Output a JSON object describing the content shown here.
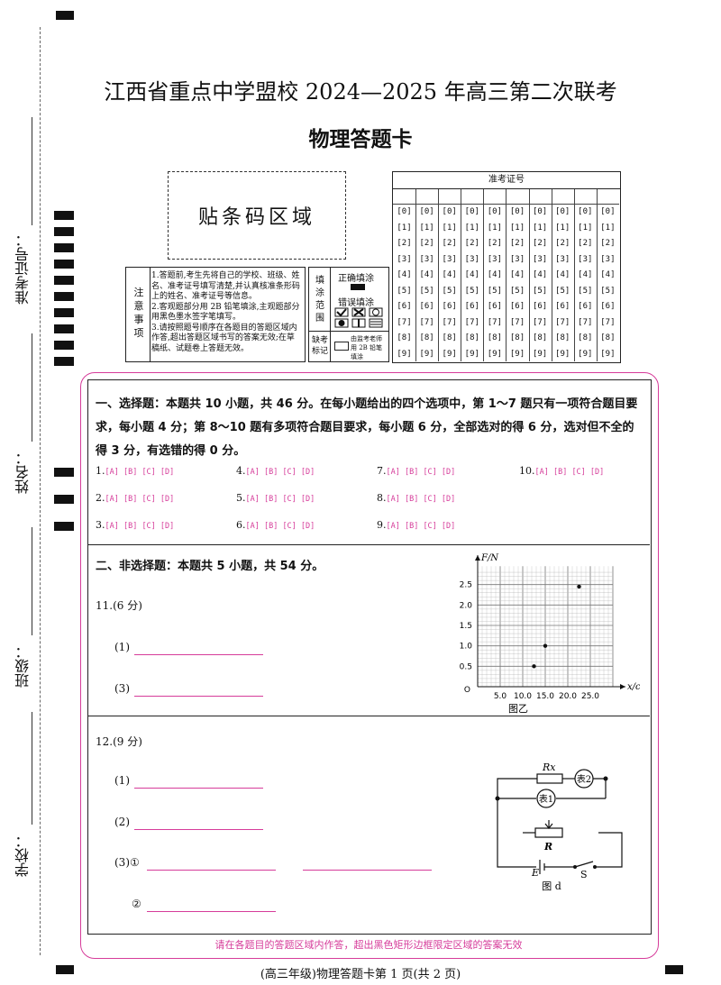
{
  "header": {
    "title": "江西省重点中学盟校 2024—2025 年高三第二次联考",
    "subtitle": "物理答题卡"
  },
  "side_labels": {
    "ticket_no": "准考证号：",
    "name": "姓名：",
    "class": "班级：",
    "school": "学校："
  },
  "barcode_area": "贴条码区域",
  "notes": {
    "label": "注意事项",
    "items": [
      "1.答题前,考生先将自己的学校、班级、姓名、准考证号填写清楚,并认真核准条形码上的姓名、准考证号等信息。",
      "2.客观题部分用 2B 铅笔填涂,主观题部分用黑色墨水签字笔填写。",
      "3.请按照题号顺序在各题目的答题区域内作答,超出答题区域书写的答案无效;在草稿纸、试题卷上答题无效。"
    ]
  },
  "fill_range": {
    "label": "填涂范围",
    "correct": "正确填涂",
    "wrong": "错误填涂",
    "absent_label": "缺考标记",
    "absent_text": "由监考老师用 2B 铅笔填涂"
  },
  "ticket": {
    "header": "准考证号",
    "digits": [
      "[0]",
      "[1]",
      "[2]",
      "[3]",
      "[4]",
      "[5]",
      "[6]",
      "[7]",
      "[8]",
      "[9]"
    ]
  },
  "section1": {
    "text": "一、选择题：本题共 10 小题，共 46 分。在每小题给出的四个选项中，第 1～7 题只有一项符合题目要求，每小题 4 分；第 8～10 题有多项符合题目要求，每小题 6 分，全部选对的得 6 分，选对但不全的得 3 分，有选错的得 0 分。",
    "choices": "[A] [B] [C] [D]",
    "questions": [
      "1.",
      "2.",
      "3.",
      "4.",
      "5.",
      "6.",
      "7.",
      "8.",
      "9.",
      "10."
    ]
  },
  "section2": {
    "text": "二、非选择题：本题共 5 小题，共 54 分。",
    "q11": {
      "label": "11.(6 分)",
      "sub1": "(1)",
      "sub3": "(3)"
    },
    "q12": {
      "label": "12.(9 分)",
      "sub1": "(1)",
      "sub2": "(2)",
      "sub3": "(3)①",
      "sub3b": "②"
    }
  },
  "chart_data": {
    "type": "scatter",
    "ylabel": "F/N",
    "xlabel": "x/cm",
    "caption": "图乙",
    "x_ticks": [
      "5.0",
      "10.0",
      "15.0",
      "20.0",
      "25.0"
    ],
    "y_ticks": [
      "0.5",
      "1.0",
      "1.5",
      "2.0",
      "2.5"
    ],
    "xlim": [
      0,
      30
    ],
    "ylim": [
      0,
      3
    ],
    "points": [
      [
        12.5,
        0.5
      ],
      [
        15,
        1.0
      ],
      [
        22.5,
        2.45
      ]
    ],
    "grid": true
  },
  "circuit": {
    "rx": "Rx",
    "meter2": "表2",
    "meter1": "表1",
    "r": "R",
    "e": "E",
    "s": "S",
    "caption": "图 d"
  },
  "footer_note": "请在各题目的答题区域内作答，超出黑色矩形边框限定区域的答案无效",
  "footer": "(高三年级)物理答题卡第 1 页(共 2 页)"
}
